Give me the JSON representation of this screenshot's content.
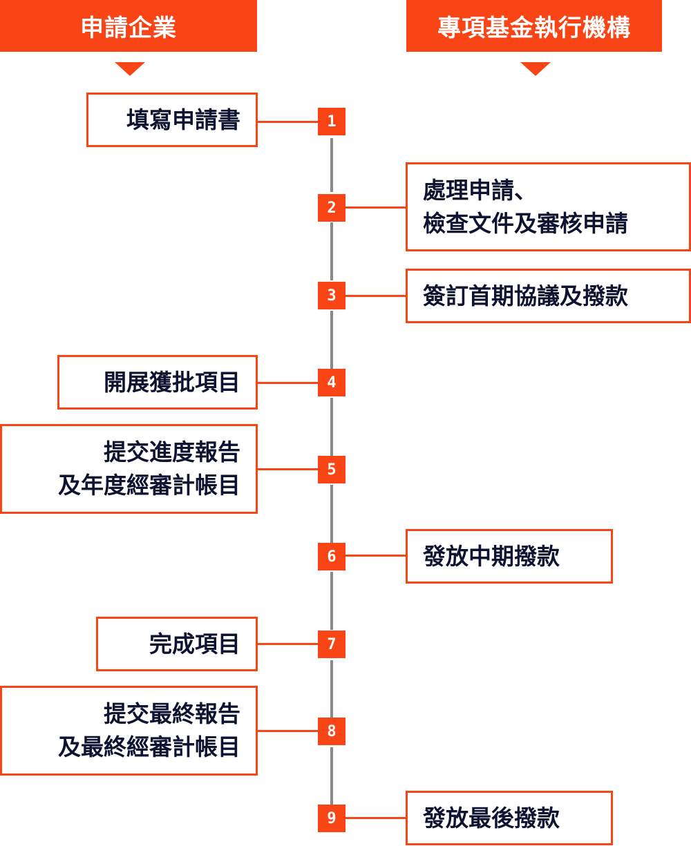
{
  "headers": {
    "applicant": "申請企業",
    "agency": "專項基金執行機構"
  },
  "colors": {
    "accent": "#f94416",
    "text": "#0d1330",
    "spine": "#8a8a8a"
  },
  "steps": [
    {
      "number": "1",
      "side": "applicant",
      "lines": [
        "填寫申請書"
      ]
    },
    {
      "number": "2",
      "side": "agency",
      "lines": [
        "處理申請、",
        "檢查文件及審核申請"
      ]
    },
    {
      "number": "3",
      "side": "agency",
      "lines": [
        "簽訂首期協議及撥款"
      ]
    },
    {
      "number": "4",
      "side": "applicant",
      "lines": [
        "開展獲批項目"
      ]
    },
    {
      "number": "5",
      "side": "applicant",
      "lines": [
        "提交進度報告",
        "及年度經審計帳目"
      ]
    },
    {
      "number": "6",
      "side": "agency",
      "lines": [
        "發放中期撥款"
      ]
    },
    {
      "number": "7",
      "side": "applicant",
      "lines": [
        "完成項目"
      ]
    },
    {
      "number": "8",
      "side": "applicant",
      "lines": [
        "提交最終報告",
        "及最終經審計帳目"
      ]
    },
    {
      "number": "9",
      "side": "agency",
      "lines": [
        "發放最後撥款"
      ]
    }
  ]
}
